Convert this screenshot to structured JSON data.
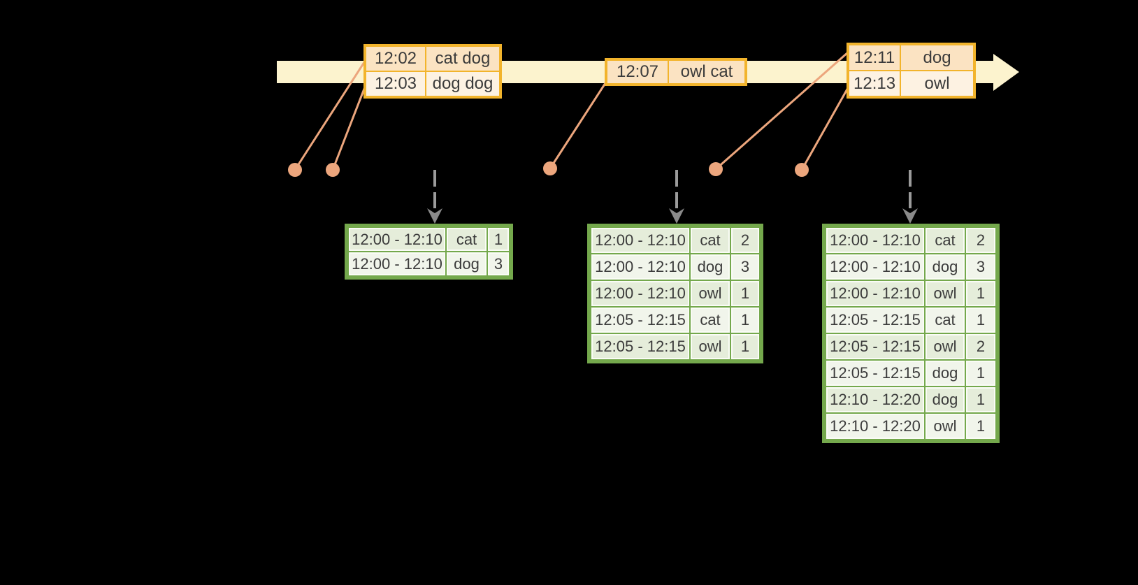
{
  "colors": {
    "background": "#000000",
    "timeline_band": "#FCF3CE",
    "event_border": "#F2B42C",
    "event_row_dark": "#FBE3C2",
    "event_row_light": "#FDF2E2",
    "connector_salmon": "#ECA67D",
    "result_border": "#74A84C",
    "result_row_dark": "#E5EDDA",
    "result_row_light": "#F1F5EB",
    "cell_divider": "#FAFCF6",
    "trigger_gray": "#9B9B9B",
    "trigger_head_gray": "#8A8A8A",
    "text_dark": "#3B3B3B"
  },
  "timeline": {
    "event_tables": [
      {
        "rows": [
          {
            "time": "12:02",
            "words": "cat dog"
          },
          {
            "time": "12:03",
            "words": "dog dog"
          }
        ]
      },
      {
        "rows": [
          {
            "time": "12:07",
            "words": "owl cat"
          }
        ]
      },
      {
        "rows": [
          {
            "time": "12:11",
            "words": "dog"
          },
          {
            "time": "12:13",
            "words": "owl"
          }
        ]
      }
    ]
  },
  "result_tables": [
    {
      "rows": [
        {
          "window": "12:00 - 12:10",
          "word": "cat",
          "count": "1"
        },
        {
          "window": "12:00 - 12:10",
          "word": "dog",
          "count": "3"
        }
      ]
    },
    {
      "rows": [
        {
          "window": "12:00 - 12:10",
          "word": "cat",
          "count": "2"
        },
        {
          "window": "12:00 - 12:10",
          "word": "dog",
          "count": "3"
        },
        {
          "window": "12:00 - 12:10",
          "word": "owl",
          "count": "1"
        },
        {
          "window": "12:05 - 12:15",
          "word": "cat",
          "count": "1"
        },
        {
          "window": "12:05 - 12:15",
          "word": "owl",
          "count": "1"
        }
      ]
    },
    {
      "rows": [
        {
          "window": "12:00 - 12:10",
          "word": "cat",
          "count": "2"
        },
        {
          "window": "12:00 - 12:10",
          "word": "dog",
          "count": "3"
        },
        {
          "window": "12:00 - 12:10",
          "word": "owl",
          "count": "1"
        },
        {
          "window": "12:05 - 12:15",
          "word": "cat",
          "count": "1"
        },
        {
          "window": "12:05 - 12:15",
          "word": "owl",
          "count": "2"
        },
        {
          "window": "12:05 - 12:15",
          "word": "dog",
          "count": "1"
        },
        {
          "window": "12:10 - 12:20",
          "word": "dog",
          "count": "1"
        },
        {
          "window": "12:10 - 12:20",
          "word": "owl",
          "count": "1"
        }
      ]
    }
  ]
}
